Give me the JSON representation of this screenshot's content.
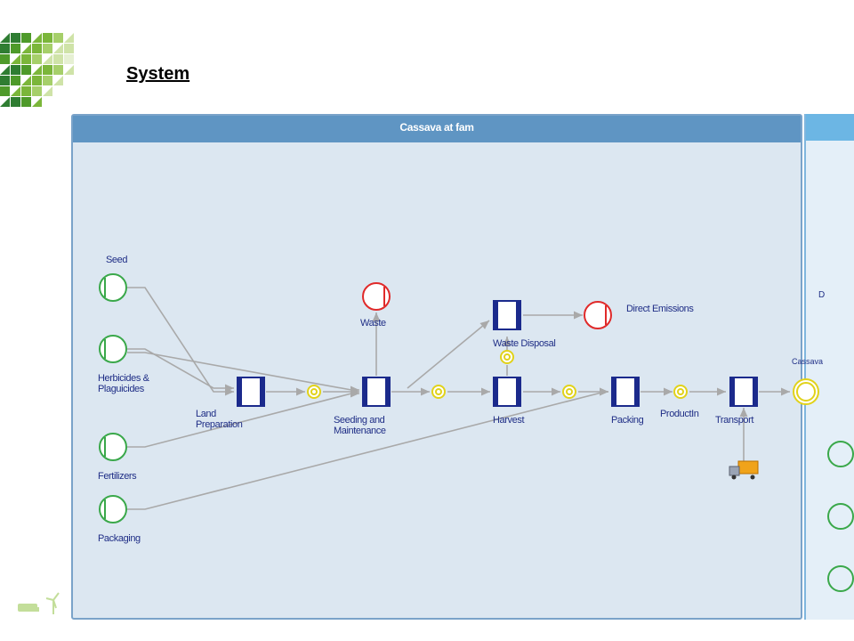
{
  "slide": {
    "title": "System"
  },
  "diagram": {
    "panel_title": "Cassava at fam",
    "right_panel_fragments": {
      "d": "D",
      "cassava": "Cassava"
    },
    "inputs": [
      {
        "id": "seed",
        "label": "Seed"
      },
      {
        "id": "herbicides",
        "label": "Herbicides & Plaguicides"
      },
      {
        "id": "fertilizers",
        "label": "Fertilizers"
      },
      {
        "id": "packaging",
        "label": "Packaging"
      }
    ],
    "outputs": [
      {
        "id": "waste",
        "label": "Waste"
      },
      {
        "id": "direct-emissions",
        "label": "Direct Emissions"
      }
    ],
    "processes": [
      {
        "id": "land-preparation",
        "label": "Land Preparation"
      },
      {
        "id": "seeding-maintenance",
        "label": "Seeding and Maintenance"
      },
      {
        "id": "waste-disposal",
        "label": "Waste Disposal"
      },
      {
        "id": "harvest",
        "label": "Harvest"
      },
      {
        "id": "packing",
        "label": "Packing"
      },
      {
        "id": "transport",
        "label": "Transport"
      }
    ],
    "flows": [
      {
        "id": "product-in",
        "label": "ProductIn"
      }
    ],
    "colors": {
      "input": "#3aa84a",
      "output": "#e02a2a",
      "process": "#1b2a8c",
      "flow": "#e1d21a",
      "connector": "#a9a9a9",
      "panel_bg": "#dce7f1",
      "panel_header": "#5f95c3"
    }
  }
}
